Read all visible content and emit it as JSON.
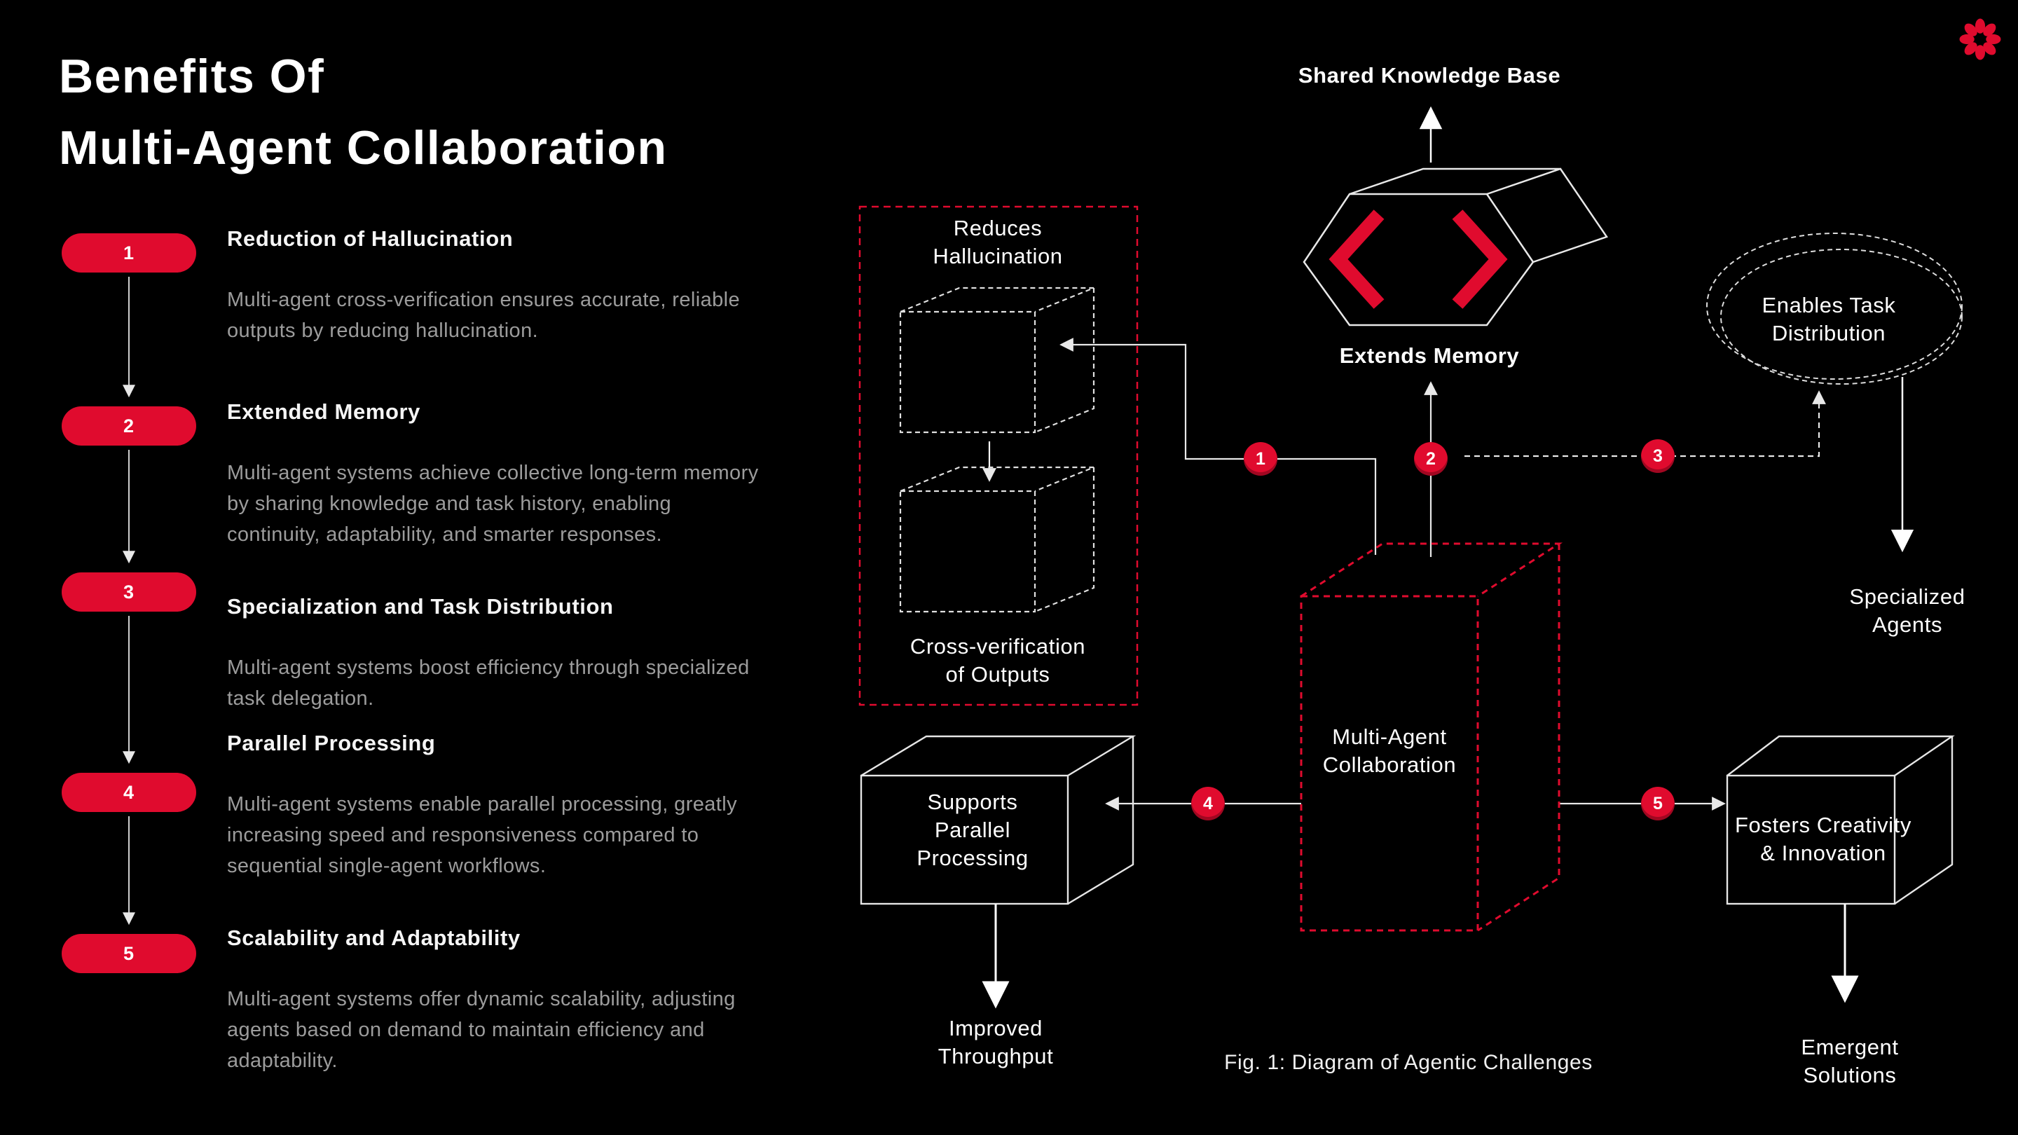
{
  "colors": {
    "background": "#000000",
    "accent": "#e00b2e",
    "body_text": "#9c9c9c",
    "heading_text": "#ffffff",
    "wire": "#e8e8e8"
  },
  "title": {
    "line1": "Benefits Of",
    "line2": "Multi-Agent Collaboration"
  },
  "benefits": {
    "items": [
      {
        "number": "1",
        "heading": "Reduction of Hallucination",
        "body": "Multi-agent cross-verification ensures accurate, reliable outputs by reducing hallucination."
      },
      {
        "number": "2",
        "heading": "Extended Memory",
        "body": "Multi-agent systems achieve collective long-term memory by sharing knowledge and task history, enabling continuity, adaptability, and smarter responses."
      },
      {
        "number": "3",
        "heading": "Specialization and Task Distribution",
        "body": "Multi-agent systems boost efficiency through specialized task delegation."
      },
      {
        "number": "4",
        "heading": "Parallel Processing",
        "body": "Multi-agent systems enable parallel processing, greatly increasing speed and responsiveness compared to sequential single-agent workflows."
      },
      {
        "number": "5",
        "heading": "Scalability and Adaptability",
        "body": "Multi-agent systems offer dynamic scalability, adjusting agents based on demand to maintain efficiency and adaptability."
      }
    ]
  },
  "diagram": {
    "labels": {
      "shared_knowledge_base": "Shared Knowledge Base",
      "extends_memory": "Extends Memory",
      "reduces_hallucination": "Reduces\nHallucination",
      "cross_verification": "Cross-verification\nof Outputs",
      "multi_agent_collaboration": "Multi-Agent\nCollaboration",
      "enables_task_distribution": "Enables Task\nDistribution",
      "specialized_agents": "Specialized\nAgents",
      "supports_parallel_processing": "Supports\nParallel\nProcessing",
      "improved_throughput": "Improved\nThroughput",
      "fosters_creativity": "Fosters Creativity\n& Innovation",
      "emergent_solutions": "Emergent Solutions",
      "caption": "Fig. 1: Diagram of Agentic Challenges"
    },
    "markers": [
      {
        "label": "1"
      },
      {
        "label": "2"
      },
      {
        "label": "3"
      },
      {
        "label": "4"
      },
      {
        "label": "5"
      }
    ]
  }
}
